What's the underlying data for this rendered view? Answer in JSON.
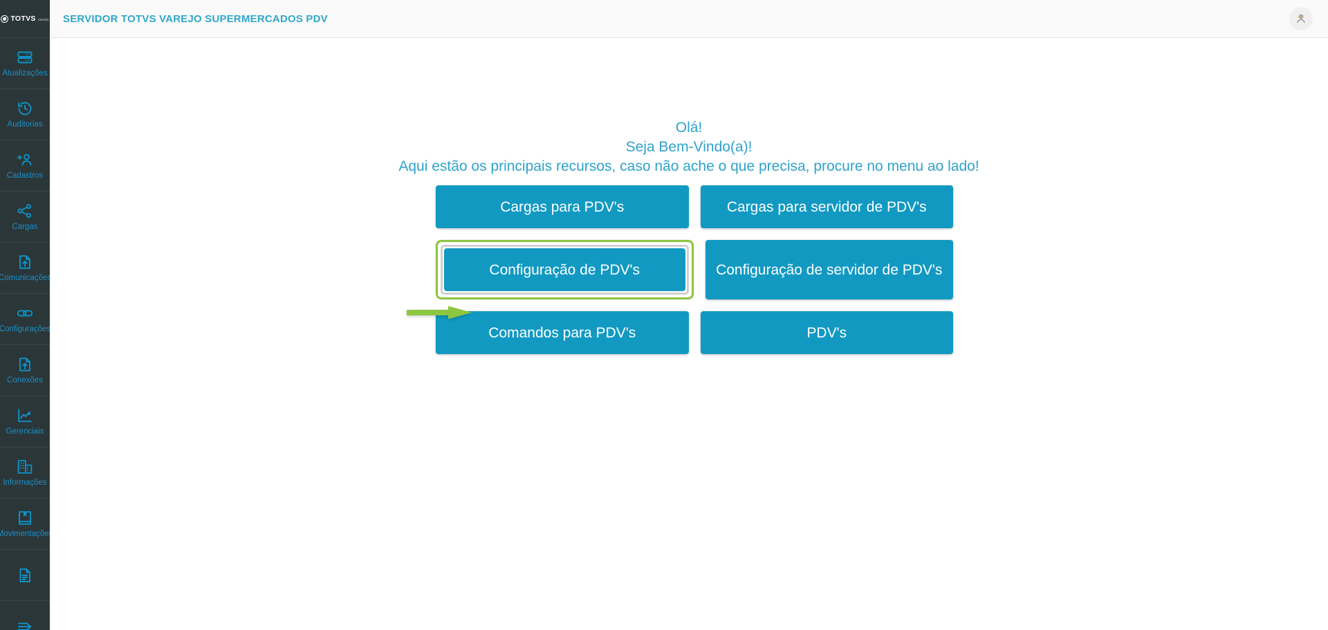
{
  "colors": {
    "sidebar_bg": "#2b3639",
    "accent_blue": "#1199c2",
    "title_blue": "#30a7c9",
    "nav_label_blue": "#1d8fc4",
    "welcome_blue": "#2ea2cc",
    "highlight_green": "#8DC63F",
    "header_bg": "#fafafa"
  },
  "sidebar": {
    "brand": {
      "name": "TOTVS",
      "suffix": "varejo"
    },
    "items": [
      {
        "label": "Atualizações",
        "icon": "server-icon"
      },
      {
        "label": "Auditorias",
        "icon": "history-clock-icon"
      },
      {
        "label": "Cadastros",
        "icon": "add-user-icon"
      },
      {
        "label": "Cargas",
        "icon": "share-nodes-icon"
      },
      {
        "label": "Comunicações",
        "icon": "file-upload-icon"
      },
      {
        "label": "Configurações",
        "icon": "link-chain-icon"
      },
      {
        "label": "Conexões",
        "icon": "file-upload-icon"
      },
      {
        "label": "Gerenciais",
        "icon": "chart-line-icon"
      },
      {
        "label": "Informações",
        "icon": "building-icon"
      },
      {
        "label": "Movimentações",
        "icon": "book-bookmark-icon"
      },
      {
        "label": "",
        "icon": "document-lines-icon"
      },
      {
        "label": "",
        "icon": "arrow-expand-icon"
      }
    ]
  },
  "header": {
    "title": "SERVIDOR TOTVS VAREJO SUPERMERCADOS PDV",
    "avatar_icon": "user-avatar-icon"
  },
  "main": {
    "welcome": {
      "line1": "Olá!",
      "line2": "Seja Bem-Vindo(a)!",
      "line3": "Aqui estão os principais recursos, caso não ache o que precisa, procure no menu ao lado!"
    },
    "tiles": [
      {
        "label": "Cargas para PDV's",
        "highlighted": false
      },
      {
        "label": "Cargas para servidor de PDV's",
        "highlighted": false
      },
      {
        "label": "Configuração de PDV's",
        "highlighted": true
      },
      {
        "label": "Configuração de servidor de PDV's",
        "highlighted": false
      },
      {
        "label": "Comandos para PDV's",
        "highlighted": false
      },
      {
        "label": "PDV's",
        "highlighted": false
      }
    ]
  },
  "annotation": {
    "arrow": "green-arrow-pointing-right",
    "target": "Configuração de PDV's"
  }
}
